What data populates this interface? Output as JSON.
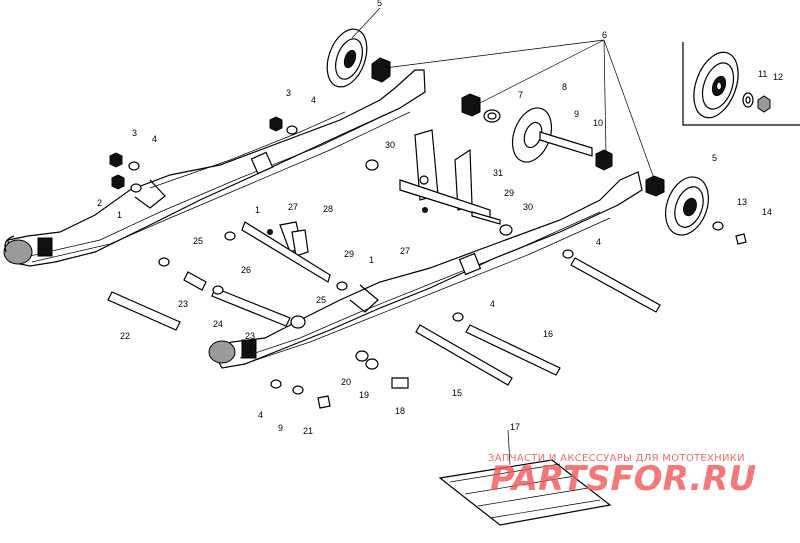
{
  "watermark": {
    "tagline": "ЗАПЧАСТИ И АКСЕССУАРЫ ДЛЯ МОТОТЕХНИКИ",
    "logo": "PARTSFOR.RU",
    "color": "#f15a5a"
  },
  "callouts": [
    "5",
    "6",
    "3",
    "4",
    "3",
    "4",
    "7",
    "8",
    "9",
    "10",
    "11",
    "12",
    "5",
    "2",
    "1",
    "30",
    "31",
    "29",
    "13",
    "14",
    "27",
    "28",
    "1",
    "25",
    "26",
    "29",
    "1",
    "4",
    "30",
    "27",
    "4",
    "16",
    "23",
    "24",
    "22",
    "25",
    "23",
    "20",
    "15",
    "4",
    "19",
    "18",
    "9",
    "21",
    "17"
  ]
}
